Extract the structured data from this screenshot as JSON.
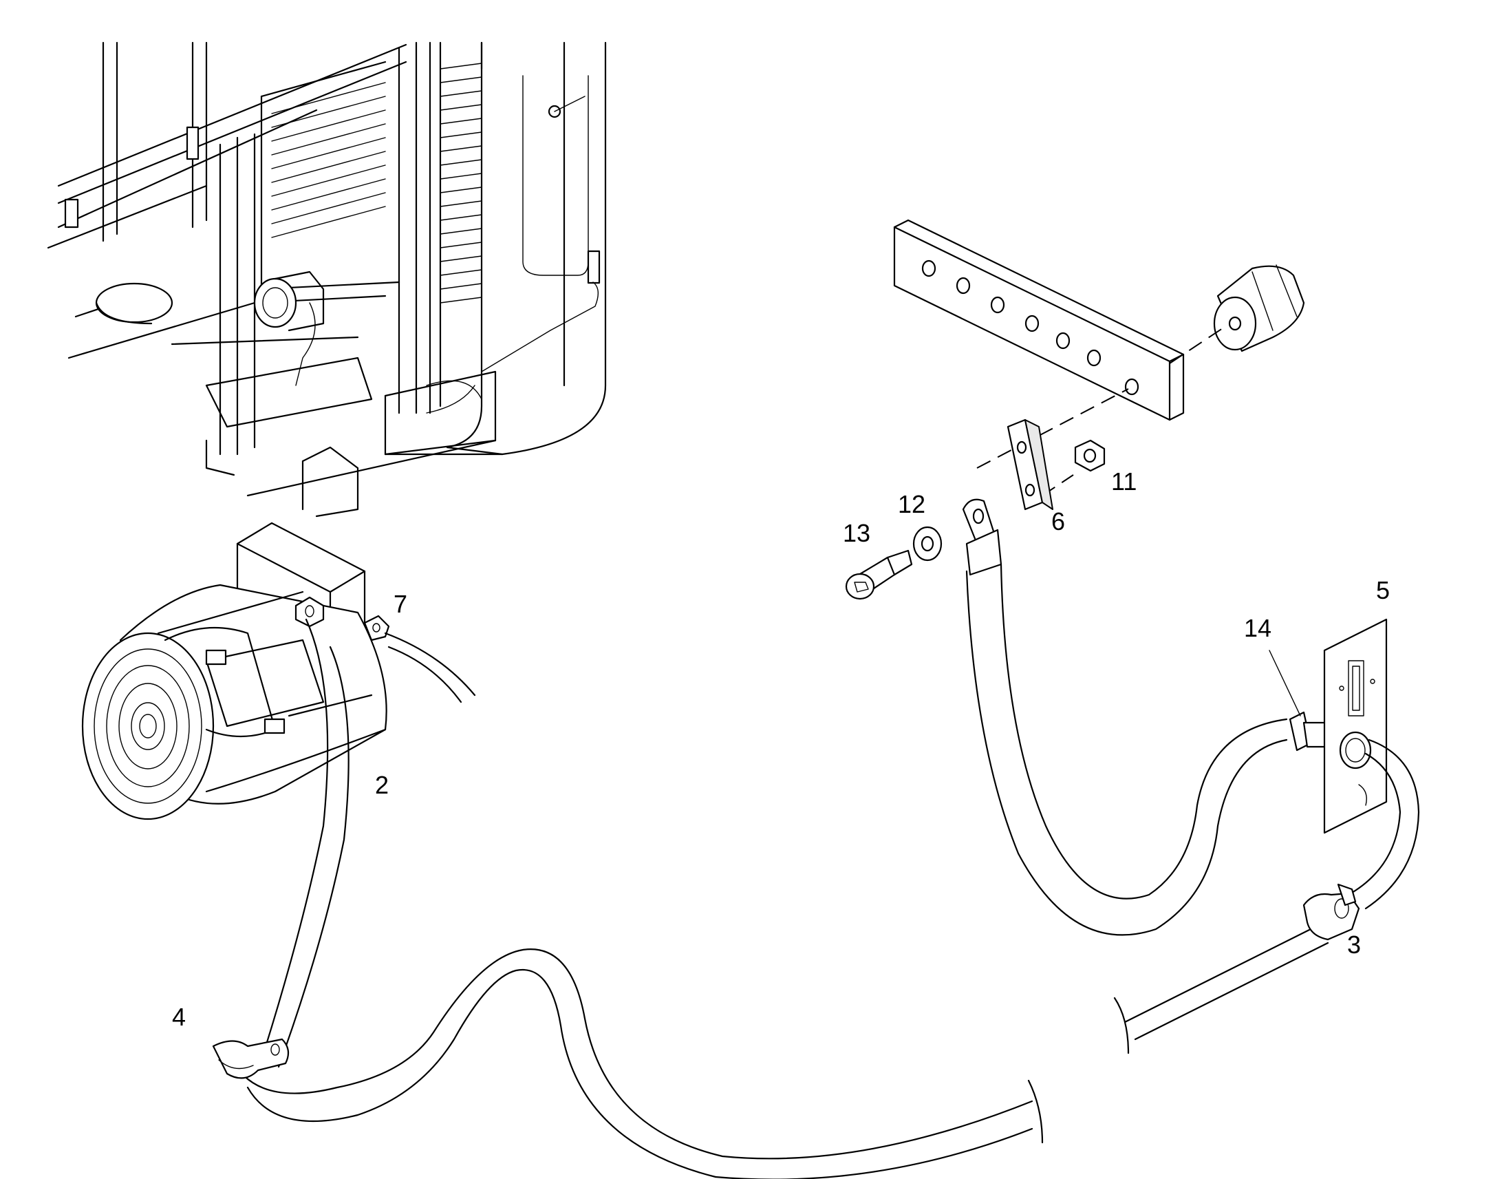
{
  "callouts": {
    "c2": "2",
    "c3": "3",
    "c4": "4",
    "c5": "5",
    "c6": "6",
    "c7": "7",
    "c11": "11",
    "c12": "12",
    "c13": "13",
    "c14": "14"
  }
}
